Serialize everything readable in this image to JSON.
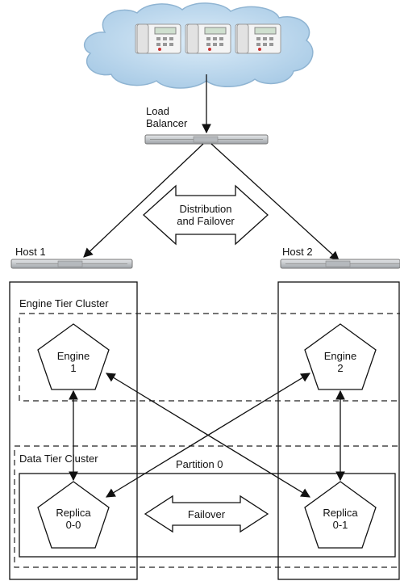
{
  "load_balancer": {
    "line1": "Load",
    "line2": "Balancer"
  },
  "distribution": {
    "line1": "Distribution",
    "line2": "and Failover"
  },
  "hosts": [
    {
      "label": "Host 1"
    },
    {
      "label": "Host 2"
    }
  ],
  "clusters": {
    "engine_tier": "Engine Tier Cluster",
    "data_tier": "Data Tier Cluster",
    "partition": "Partition 0"
  },
  "nodes": {
    "engine_1": {
      "line1": "Engine",
      "line2": "1"
    },
    "engine_2": {
      "line1": "Engine",
      "line2": "2"
    },
    "replica_0_0": {
      "line1": "Replica",
      "line2": "0-0"
    },
    "replica_0_1": {
      "line1": "Replica",
      "line2": "0-1"
    }
  },
  "failover": "Failover",
  "colors": {
    "cloud_fill": "#b9d7ee",
    "rack_fill": "#c8ccd0",
    "arrow_fill": "#ffffff",
    "line": "#111111"
  },
  "icons": [
    "cloud-icon",
    "desk-phone-icon",
    "server-rack-icon",
    "pentagon-node-icon",
    "double-arrow-icon"
  ]
}
